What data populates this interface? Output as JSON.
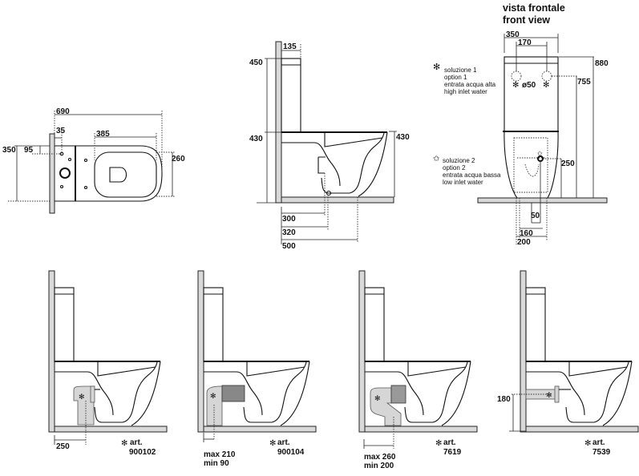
{
  "front_view": {
    "title_it": "vista frontale",
    "title_en": "front view",
    "dims": {
      "width": "350",
      "inlet_spacing": "170",
      "diameter": "ø50",
      "height_total": "880",
      "height_inlet_high": "755",
      "height_inlet_low": "250",
      "offset": "50",
      "outlet_inner": "160",
      "outlet_outer": "200"
    },
    "option1": {
      "marker": "✻",
      "line1": "soluzione 1",
      "line2": "option 1",
      "line3": "entrata acqua alta",
      "line4": "high inlet water"
    },
    "option2": {
      "marker": "✩",
      "line1": "soluzione 2",
      "line2": "option 2",
      "line3": "entrata acqua bassa",
      "line4": "low inlet water"
    }
  },
  "plan_view": {
    "dims": {
      "length": "690",
      "inlet_offset": "35",
      "seat_length": "385",
      "width": "350",
      "inlet_side": "95",
      "seat_width": "260"
    }
  },
  "side_view": {
    "dims": {
      "tank_depth": "135",
      "tank_height": "450",
      "seat_height_left": "430",
      "seat_height_right": "430",
      "outlet_300": "300",
      "outlet_320": "320",
      "fixing_500": "500"
    }
  },
  "installations": [
    {
      "dim_lines": [
        "250"
      ],
      "marker": "✻",
      "art_label": "art.",
      "art_number": "900102"
    },
    {
      "dim_lines": [
        "max 210",
        "min  90"
      ],
      "marker": "✻",
      "art_label": "art.",
      "art_number": "900104"
    },
    {
      "dim_lines": [
        "max 260",
        "min  200"
      ],
      "marker": "✻",
      "art_label": "art.",
      "art_number": "7619"
    },
    {
      "dim_lines": [
        "180"
      ],
      "marker": "✻",
      "art_label": "art.",
      "art_number": "7539"
    }
  ]
}
